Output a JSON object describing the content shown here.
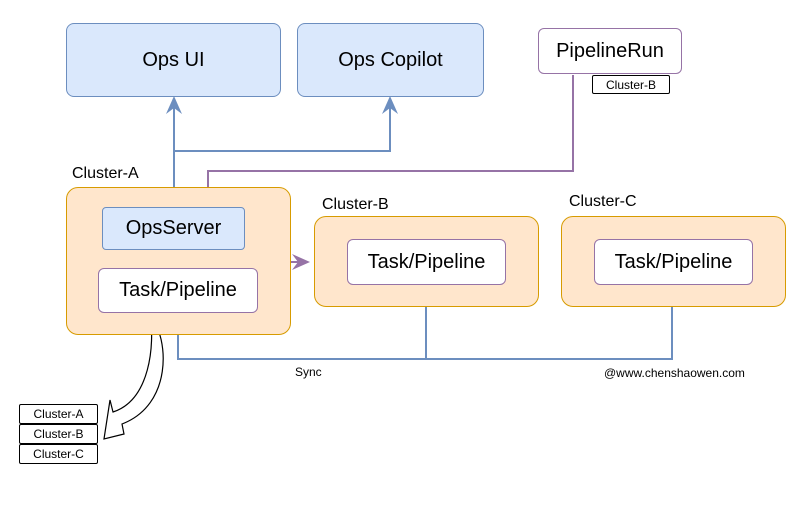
{
  "nodes": {
    "ops_ui": "Ops UI",
    "ops_copilot": "Ops Copilot",
    "pipelinerun": "PipelineRun",
    "pipelinerun_tag": "Cluster-B",
    "ops_server": "OpsServer",
    "task_pipeline_a": "Task/Pipeline",
    "task_pipeline_b": "Task/Pipeline",
    "task_pipeline_c": "Task/Pipeline"
  },
  "clusters": {
    "a": "Cluster-A",
    "b": "Cluster-B",
    "c": "Cluster-C"
  },
  "edge_labels": {
    "sync": "Sync"
  },
  "watermark": "@www.chenshaowen.com",
  "cluster_list": [
    "Cluster-A",
    "Cluster-B",
    "Cluster-C"
  ],
  "colors": {
    "blue_fill": "#dae8fc",
    "blue_stroke": "#6c8ebf",
    "orange_fill": "#ffe6cc",
    "orange_stroke": "#d79b00",
    "purple_stroke": "#9673a6"
  }
}
